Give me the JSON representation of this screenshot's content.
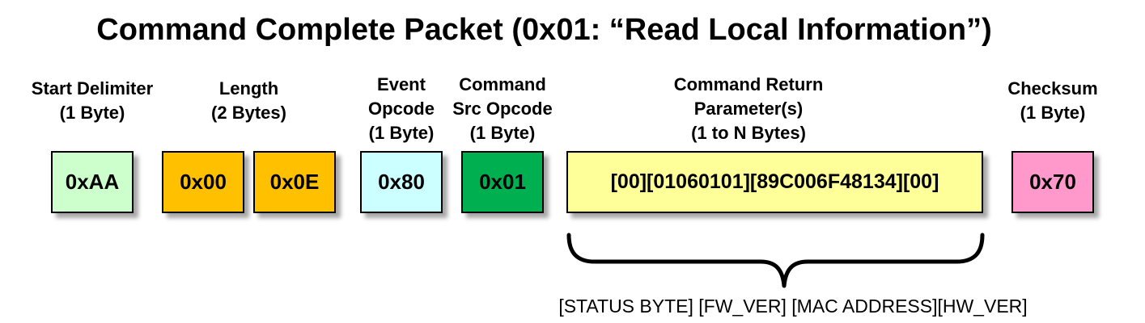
{
  "title": "Command Complete Packet (0x01: “Read Local Information”)",
  "fields": {
    "start_delimiter": {
      "label_lines": [
        "Start Delimiter",
        "(1 Byte)"
      ],
      "values": [
        "0xAA"
      ],
      "color": "#CCFFCC"
    },
    "length": {
      "label_lines": [
        "Length",
        "(2 Bytes)"
      ],
      "values": [
        "0x00",
        "0x0E"
      ],
      "color": "#FFC000"
    },
    "event_opcode": {
      "label_lines": [
        "Event",
        "Opcode",
        "(1 Byte)"
      ],
      "values": [
        "0x80"
      ],
      "color": "#CCFFFF"
    },
    "command_src_opcode": {
      "label_lines": [
        "Command",
        "Src Opcode",
        "(1 Byte)"
      ],
      "values": [
        "0x01"
      ],
      "color": "#00B050"
    },
    "command_return_parameters": {
      "label_lines": [
        "Command Return",
        "Parameter(s)",
        "(1 to N Bytes)"
      ],
      "values": [
        "[00][01060101][89C006F48134][00]"
      ],
      "color": "#FFFF99"
    },
    "checksum": {
      "label_lines": [
        "Checksum",
        "(1 Byte)"
      ],
      "values": [
        "0x70"
      ],
      "color": "#FF99CC"
    }
  },
  "parameter_breakdown": "[STATUS BYTE] [FW_VER] [MAC ADDRESS][HW_VER]"
}
